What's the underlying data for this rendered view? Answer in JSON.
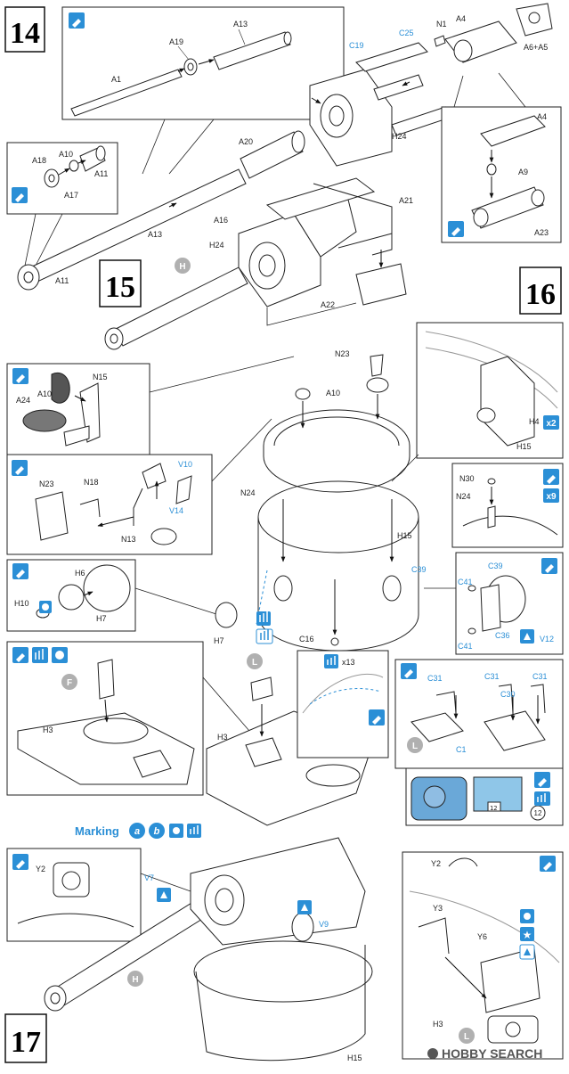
{
  "steps": {
    "s14": "14",
    "s15": "15",
    "s16": "16",
    "s17": "17"
  },
  "callouts": {
    "h": "H",
    "l": "L",
    "f": "F"
  },
  "parts": {
    "a1": "A1",
    "a19": "A19",
    "a13": "A13",
    "a18": "A18",
    "a10": "A10",
    "a11": "A11",
    "a17": "A17",
    "a20": "A20",
    "a16": "A16",
    "a21": "A21",
    "a22": "A22",
    "a23": "A23",
    "a24": "A24",
    "a4": "A4",
    "a9": "A9",
    "a6a5": "A6+A5",
    "c19": "C19",
    "c25": "C25",
    "n1": "N1",
    "h24": "H24",
    "n15": "N15",
    "n23": "N23",
    "n18": "N18",
    "n13": "N13",
    "n24": "N24",
    "n30": "N30",
    "v10": "V10",
    "v14": "V14",
    "h4": "H4",
    "h15": "H15",
    "h6": "H6",
    "h7": "H7",
    "h10": "H10",
    "c39": "C39",
    "c41": "C41",
    "c36": "C36",
    "v12": "V12",
    "c16": "C16",
    "h3": "H3",
    "c31": "C31",
    "c30": "C30",
    "c1": "C1",
    "y2": "Y2",
    "y3": "Y3",
    "y6": "Y6",
    "v7": "V7",
    "v9": "V9"
  },
  "quantities": {
    "x2": "x2",
    "x9": "x9",
    "x13": "x13",
    "twelve": "12"
  },
  "marking": {
    "label": "Marking",
    "a": "a",
    "b": "b"
  },
  "watermark": "HOBBY SEARCH",
  "colors": {
    "blue": "#2b8fd6",
    "line": "#222222",
    "paint_blue": "#6aa8d8"
  }
}
